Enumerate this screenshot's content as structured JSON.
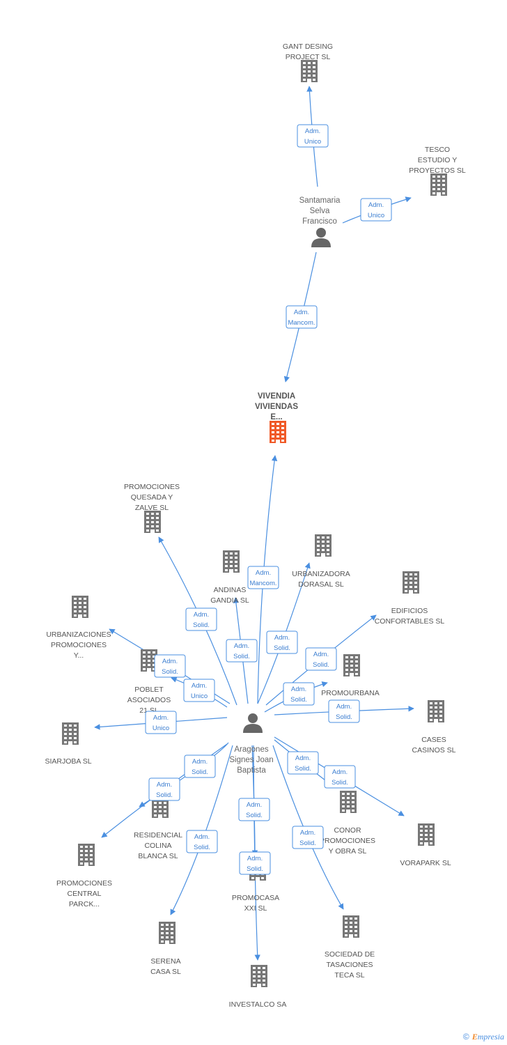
{
  "nodes": [
    {
      "id": "gant",
      "type": "company",
      "lines": [
        "GANT DESING",
        "PROJECT SL"
      ]
    },
    {
      "id": "tesco",
      "type": "company",
      "lines": [
        "TESCO",
        "ESTUDIO Y",
        "PROYECTOS SL"
      ]
    },
    {
      "id": "santamaria",
      "type": "person",
      "lines": [
        "Santamaria",
        "Selva",
        "Francisco"
      ]
    },
    {
      "id": "vivendia",
      "type": "focus",
      "lines": [
        "VIVENDIA",
        "VIVIENDAS",
        "E..."
      ]
    },
    {
      "id": "quesada",
      "type": "company",
      "lines": [
        "PROMOCIONES",
        "QUESADA Y",
        "ZALVE SL"
      ]
    },
    {
      "id": "andinas",
      "type": "company",
      "lines": [
        "ANDINAS",
        "GANDIA SL"
      ]
    },
    {
      "id": "dorasal",
      "type": "company",
      "lines": [
        "URBANIZADORA",
        "DORASAL SL"
      ]
    },
    {
      "id": "edificios",
      "type": "company",
      "lines": [
        "EDIFICIOS",
        "CONFORTABLES SL"
      ]
    },
    {
      "id": "urbanizaciones",
      "type": "company",
      "lines": [
        "URBANIZACIONES",
        "PROMOCIONES",
        "Y..."
      ]
    },
    {
      "id": "poblet",
      "type": "company",
      "lines": [
        "POBLET",
        "ASOCIADOS",
        "21 SL"
      ]
    },
    {
      "id": "promourbana",
      "type": "company",
      "lines": [
        "PROMOURBANA",
        "20 SL"
      ]
    },
    {
      "id": "cases",
      "type": "company",
      "lines": [
        "CASES",
        "CASINOS SL"
      ]
    },
    {
      "id": "siarjoba",
      "type": "company",
      "lines": [
        "SIARJOBA  SL"
      ]
    },
    {
      "id": "aragones",
      "type": "person",
      "lines": [
        "Aragones",
        "Signes Joan",
        "Baptista"
      ]
    },
    {
      "id": "conor",
      "type": "company",
      "lines": [
        "CONOR",
        "PROMOCIONES",
        "Y OBRA SL"
      ]
    },
    {
      "id": "vorapark",
      "type": "company",
      "lines": [
        "VORAPARK SL"
      ]
    },
    {
      "id": "residencial",
      "type": "company",
      "lines": [
        "RESIDENCIAL",
        "COLINA",
        "BLANCA SL"
      ]
    },
    {
      "id": "central",
      "type": "company",
      "lines": [
        "PROMOCIONES",
        "CENTRAL",
        "PARCK..."
      ]
    },
    {
      "id": "promocasa",
      "type": "company",
      "lines": [
        "PROMOCASA",
        "XXI SL"
      ]
    },
    {
      "id": "serena",
      "type": "company",
      "lines": [
        "SERENA",
        "CASA SL"
      ]
    },
    {
      "id": "sociedad",
      "type": "company",
      "lines": [
        "SOCIEDAD DE",
        "TASACIONES",
        "TECA SL"
      ]
    },
    {
      "id": "investalco",
      "type": "company",
      "lines": [
        "INVESTALCO SA"
      ]
    }
  ],
  "edges": [
    {
      "from": "santamaria",
      "to": "gant",
      "lines": [
        "Adm.",
        "Unico"
      ]
    },
    {
      "from": "santamaria",
      "to": "tesco",
      "lines": [
        "Adm.",
        "Unico"
      ]
    },
    {
      "from": "santamaria",
      "to": "vivendia",
      "lines": [
        "Adm.",
        "Mancom."
      ]
    },
    {
      "from": "aragones",
      "to": "vivendia",
      "lines": [
        "Adm.",
        "Mancom."
      ]
    },
    {
      "from": "aragones",
      "to": "quesada",
      "lines": [
        "Adm.",
        "Solid."
      ]
    },
    {
      "from": "aragones",
      "to": "andinas",
      "lines": [
        "Adm.",
        "Solid."
      ]
    },
    {
      "from": "aragones",
      "to": "dorasal",
      "lines": [
        "Adm.",
        "Solid."
      ]
    },
    {
      "from": "aragones",
      "to": "edificios",
      "lines": [
        "Adm.",
        "Solid."
      ]
    },
    {
      "from": "aragones",
      "to": "urbanizaciones",
      "lines": [
        "Adm.",
        "Solid."
      ]
    },
    {
      "from": "aragones",
      "to": "poblet",
      "lines": [
        "Adm.",
        "Unico"
      ]
    },
    {
      "from": "aragones",
      "to": "promourbana",
      "lines": [
        "Adm.",
        "Solid."
      ]
    },
    {
      "from": "aragones",
      "to": "cases",
      "lines": [
        "Adm.",
        "Solid."
      ]
    },
    {
      "from": "aragones",
      "to": "siarjoba",
      "lines": [
        "Adm.",
        "Unico"
      ]
    },
    {
      "from": "aragones",
      "to": "conor",
      "lines": [
        "Adm.",
        "Solid."
      ]
    },
    {
      "from": "aragones",
      "to": "vorapark",
      "lines": [
        "Adm.",
        "Solid."
      ]
    },
    {
      "from": "aragones",
      "to": "residencial",
      "lines": [
        "Adm.",
        "Solid."
      ]
    },
    {
      "from": "aragones",
      "to": "central",
      "lines": [
        "Adm.",
        "Solid."
      ]
    },
    {
      "from": "aragones",
      "to": "promocasa",
      "lines": [
        "Adm.",
        "Solid."
      ]
    },
    {
      "from": "aragones",
      "to": "serena",
      "lines": [
        "Adm.",
        "Solid."
      ]
    },
    {
      "from": "aragones",
      "to": "sociedad",
      "lines": [
        "Adm.",
        "Solid."
      ]
    },
    {
      "from": "aragones",
      "to": "investalco",
      "lines": [
        "Adm.",
        "Solid."
      ]
    }
  ],
  "colors": {
    "edge": "#4a8fe0",
    "company_icon": "#777777",
    "person_icon": "#666666",
    "focus_icon": "#f05a28"
  },
  "footer": {
    "copyright": "©",
    "brand_initial": "E",
    "brand_rest": "mpresia"
  }
}
